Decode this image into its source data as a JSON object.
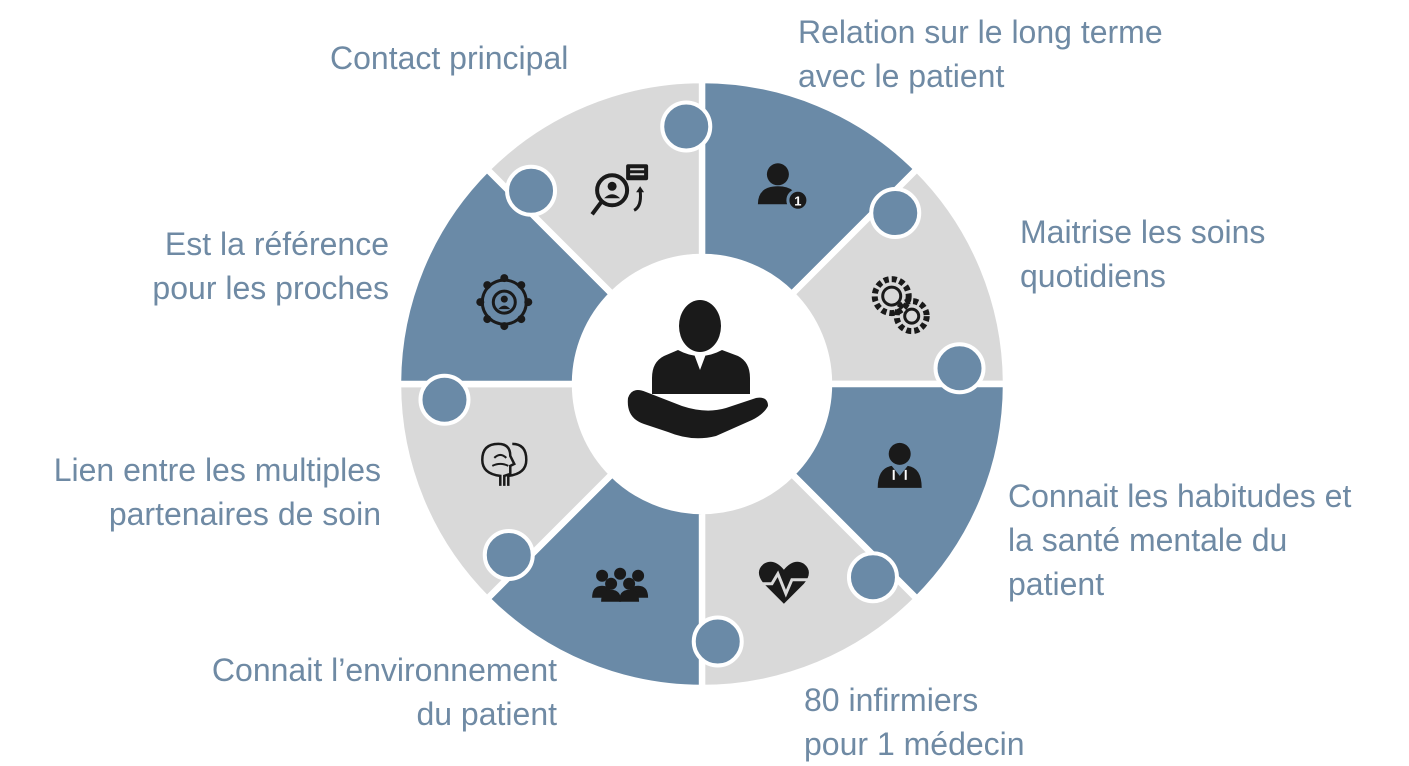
{
  "colors": {
    "blue": "#6a8aa7",
    "grey": "#d9d9d9",
    "label": "#6f8aa4",
    "icon": "#1a1a1a"
  },
  "center": {
    "icon": "patient-care-hand-icon"
  },
  "segments": [
    {
      "id": "contact",
      "color": "blue",
      "icon": "user-number-one-icon",
      "label": [
        "Contact principal"
      ]
    },
    {
      "id": "relation",
      "color": "grey",
      "icon": "gears-icon",
      "label": [
        "Relation sur le long terme",
        "avec le patient"
      ]
    },
    {
      "id": "soins",
      "color": "blue",
      "icon": "doctor-icon",
      "label": [
        "Maitrise les soins",
        "quotidiens"
      ]
    },
    {
      "id": "habitudes",
      "color": "grey",
      "icon": "heart-pulse-icon",
      "label": [
        "Connait les habitudes et",
        "la santé mentale du",
        "patient"
      ]
    },
    {
      "id": "ratio",
      "color": "blue",
      "icon": "crowd-icon",
      "label": [
        "80 infirmiers",
        "pour 1 médecin"
      ]
    },
    {
      "id": "environnement",
      "color": "grey",
      "icon": "head-profile-icon",
      "label": [
        "Connait l’environnement",
        "du patient"
      ]
    },
    {
      "id": "lien",
      "color": "blue",
      "icon": "network-icon",
      "label": [
        "Lien entre les multiples",
        "partenaires de soin"
      ]
    },
    {
      "id": "reference",
      "color": "grey",
      "icon": "search-person-icon",
      "label": [
        "Est la référence",
        "pour les proches"
      ]
    }
  ]
}
